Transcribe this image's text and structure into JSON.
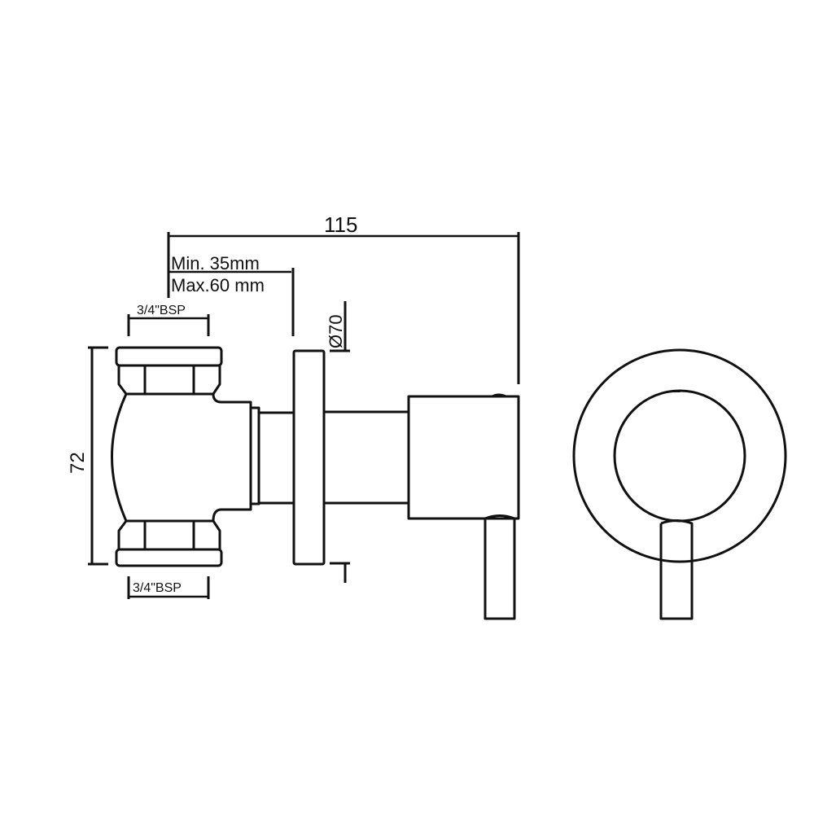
{
  "drawing": {
    "dimensions": {
      "overall_depth": "115",
      "wall_min": "Min. 35mm",
      "wall_max": "Max.60 mm",
      "plate_diameter": "Ø70",
      "height": "72",
      "inlet_top": "3/4\"BSP",
      "inlet_bottom": "3/4\"BSP"
    },
    "line_color": "#111111"
  }
}
